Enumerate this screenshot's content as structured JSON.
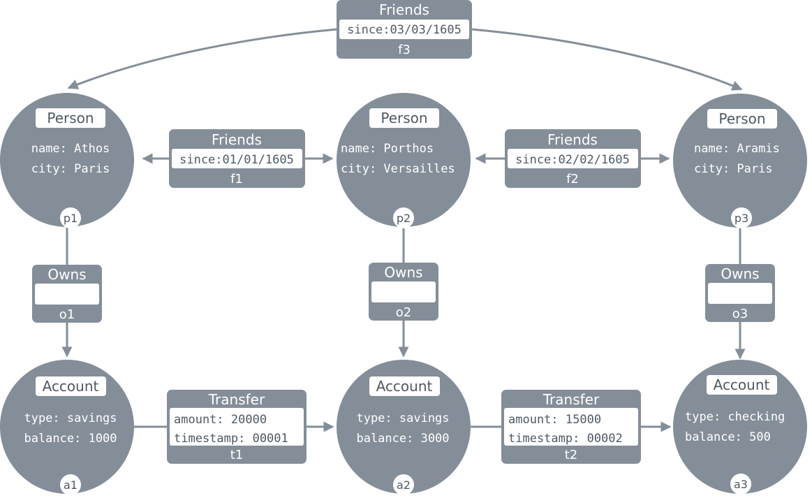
{
  "colors": {
    "node_fill": "#848e99",
    "edge_stroke": "#848e99",
    "label_text": "#ffffff",
    "chip_fill": "#ffffff",
    "chip_text": "#4e5863",
    "panel_fill": "#ffffff",
    "panel_text": "#4e5863"
  },
  "nodes": {
    "p1": {
      "label": "Person",
      "props": [
        "name: Athos",
        "city: Paris"
      ],
      "id": "p1"
    },
    "p2": {
      "label": "Person",
      "props": [
        "name: Porthos",
        "city: Versailles"
      ],
      "id": "p2"
    },
    "p3": {
      "label": "Person",
      "props": [
        "name: Aramis",
        "city: Paris"
      ],
      "id": "p3"
    },
    "a1": {
      "label": "Account",
      "props": [
        "type: savings",
        "balance: 1000"
      ],
      "id": "a1"
    },
    "a2": {
      "label": "Account",
      "props": [
        "type: savings",
        "balance: 3000"
      ],
      "id": "a2"
    },
    "a3": {
      "label": "Account",
      "props": [
        "type: checking",
        "balance: 500"
      ],
      "id": "a3"
    }
  },
  "edges": {
    "f1": {
      "label": "Friends",
      "props": [
        "since:01/01/1605"
      ],
      "id": "f1"
    },
    "f2": {
      "label": "Friends",
      "props": [
        "since:02/02/1605"
      ],
      "id": "f2"
    },
    "f3": {
      "label": "Friends",
      "props": [
        "since:03/03/1605"
      ],
      "id": "f3"
    },
    "o1": {
      "label": "Owns",
      "props": [],
      "id": "o1"
    },
    "o2": {
      "label": "Owns",
      "props": [],
      "id": "o2"
    },
    "o3": {
      "label": "Owns",
      "props": [],
      "id": "o3"
    },
    "t1": {
      "label": "Transfer",
      "props": [
        "amount: 20000",
        "timestamp: 00001"
      ],
      "id": "t1"
    },
    "t2": {
      "label": "Transfer",
      "props": [
        "amount: 15000",
        "timestamp: 00002"
      ],
      "id": "t2"
    }
  }
}
